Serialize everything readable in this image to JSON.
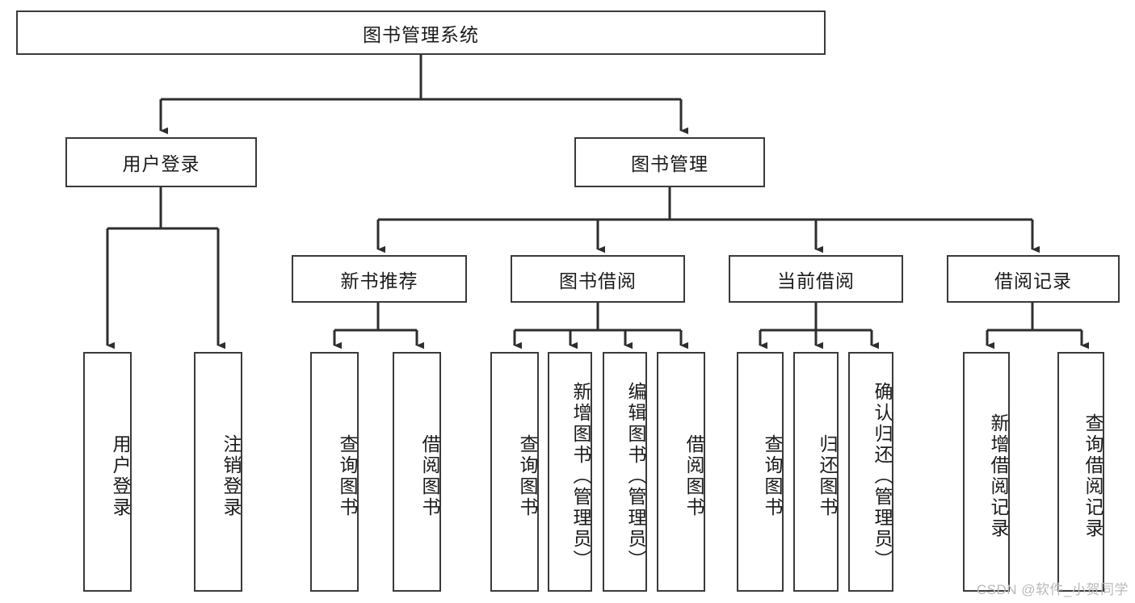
{
  "diagram": {
    "title": "图书管理系统",
    "type": "hierarchy-tree",
    "root": {
      "label": "图书管理系统"
    },
    "level2": [
      {
        "label": "用户登录"
      },
      {
        "label": "图书管理"
      }
    ],
    "level3": [
      {
        "label": "新书推荐"
      },
      {
        "label": "图书借阅"
      },
      {
        "label": "当前借阅"
      },
      {
        "label": "借阅记录"
      }
    ],
    "leaves": {
      "user_login": [
        {
          "label": "用户登录"
        },
        {
          "label": "注销登录"
        }
      ],
      "new_book_recommend": [
        {
          "label": "查询图书"
        },
        {
          "label": "借阅图书"
        }
      ],
      "book_borrow": [
        {
          "label": "查询图书"
        },
        {
          "label": "新增图书（管理员）"
        },
        {
          "label": "编辑图书（管理员）"
        },
        {
          "label": "借阅图书"
        }
      ],
      "current_borrow": [
        {
          "label": "查询图书"
        },
        {
          "label": "归还图书"
        },
        {
          "label": "确认归还（管理员）"
        }
      ],
      "borrow_record": [
        {
          "label": "新增借阅记录"
        },
        {
          "label": "查询借阅记录"
        }
      ]
    }
  },
  "watermark": {
    "text": "CSDN @软件_小贺同学"
  },
  "colors": {
    "box_border": "#3a3a3a",
    "text": "#1b1b1b",
    "background": "#ffffff",
    "watermark": "#b9b9b9"
  }
}
